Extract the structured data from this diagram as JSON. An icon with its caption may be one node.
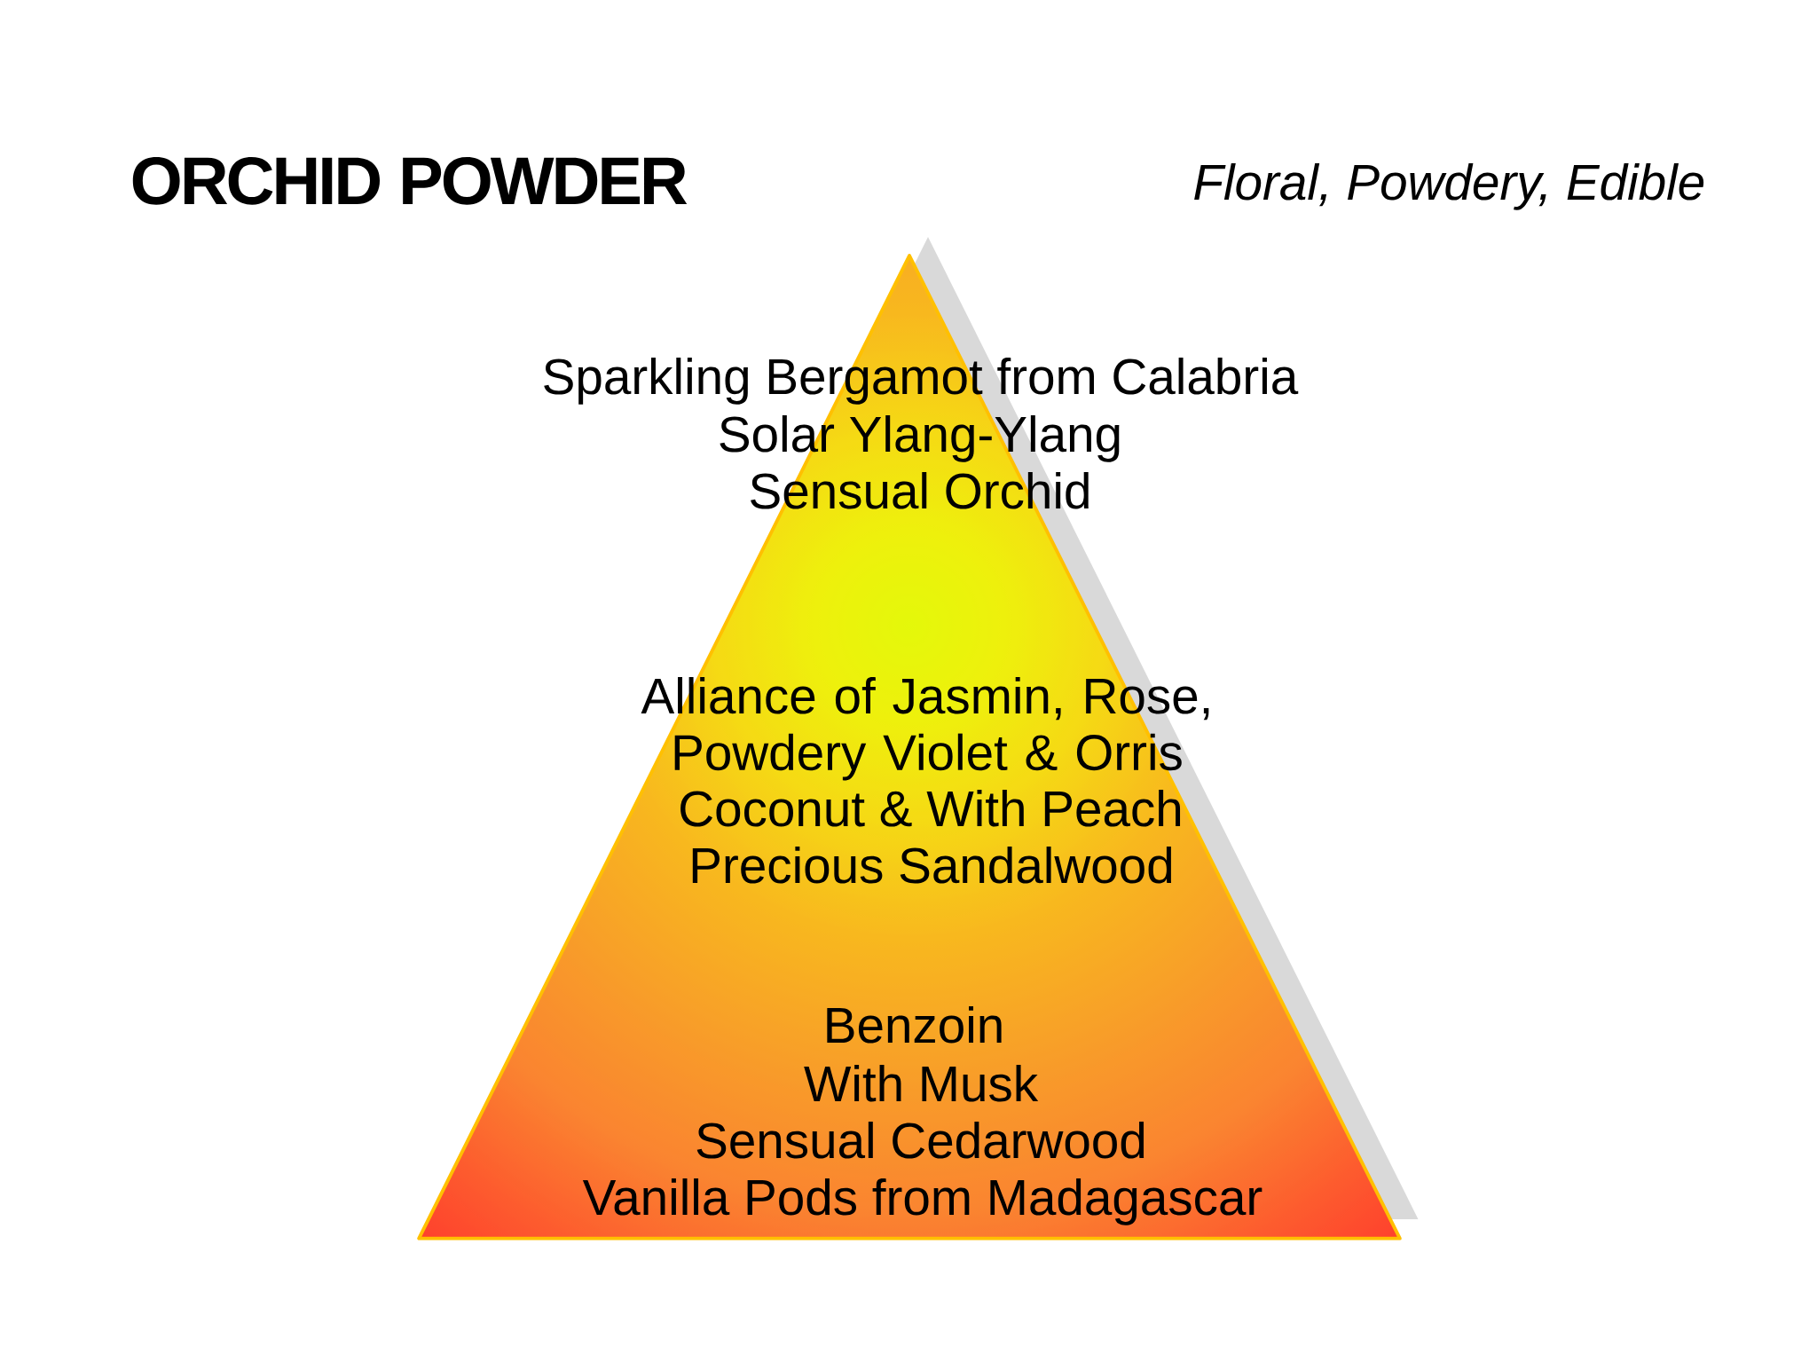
{
  "diagram": {
    "title": "ORCHID POWDER",
    "nodes": [
      {
        "text": [
          "Sparkling Bergamot from Calabria",
          "Solar Ylang-Ylang",
          "Sensual Orchid",
          "Alliance of Jasmin, Rose, Powdery Violet & Orris",
          "Coconut & With Peach",
          "Precious Sandalwood",
          "Benzoin",
          "With Musk",
          "Sensual Cedarwood",
          "Vanilla Pods from Madagascar"
        ]
      }
    ],
    "labels": [
      "Floral, Powdery, Edible"
    ]
  }
}
